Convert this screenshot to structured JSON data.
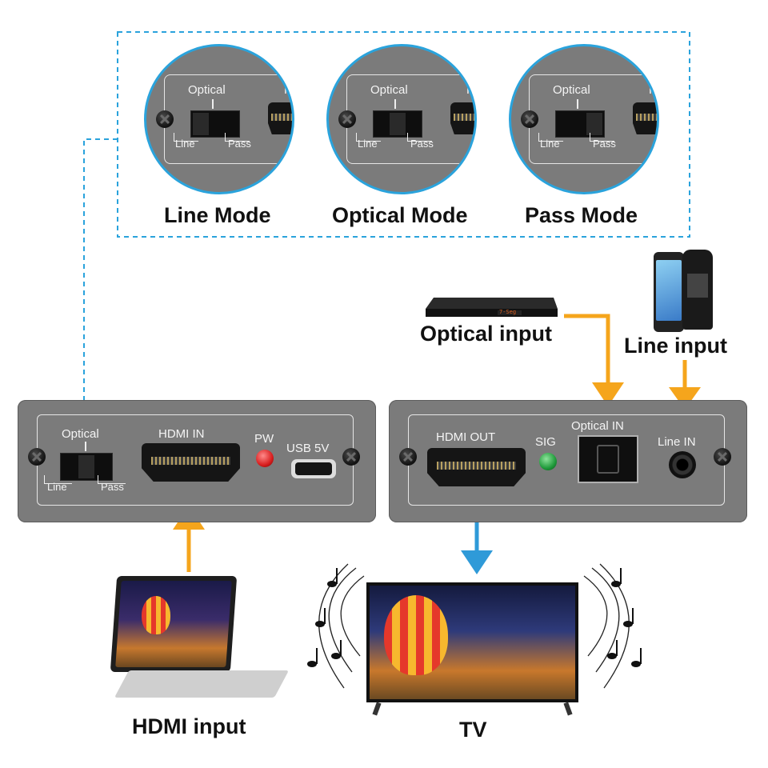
{
  "modes": [
    {
      "caption": "Line Mode",
      "label_top": "Optical",
      "label_left": "Line",
      "label_right": "Pass",
      "port_hint": "H",
      "switch_position": "left"
    },
    {
      "caption": "Optical Mode",
      "label_top": "Optical",
      "label_left": "Line",
      "label_right": "Pass",
      "port_hint": "H",
      "switch_position": "middle"
    },
    {
      "caption": "Pass Mode",
      "label_top": "Optical",
      "label_left": "Line",
      "label_right": "Pass",
      "port_hint": "H",
      "switch_position": "right"
    }
  ],
  "left_panel": {
    "switch_label_top": "Optical",
    "switch_label_left": "Line",
    "switch_label_right": "Pass",
    "hdmi_label": "HDMI IN",
    "led_label": "PW",
    "usb_label": "USB 5V",
    "led_color": "#d81e1e"
  },
  "right_panel": {
    "hdmi_label": "HDMI OUT",
    "led_label": "SIG",
    "optical_label": "Optical IN",
    "line_label": "Line IN",
    "led_color": "#1f9a3a"
  },
  "sources": {
    "optical_caption": "Optical input",
    "line_caption": "Line input",
    "hdmi_caption": "HDMI input",
    "tv_caption": "TV",
    "player_display": "7-Seg"
  },
  "colors": {
    "arrow_orange": "#f5a51c",
    "arrow_blue": "#2f9ad8",
    "dashed_blue": "#2aa3dc",
    "panel_gray": "#7b7b7b"
  }
}
